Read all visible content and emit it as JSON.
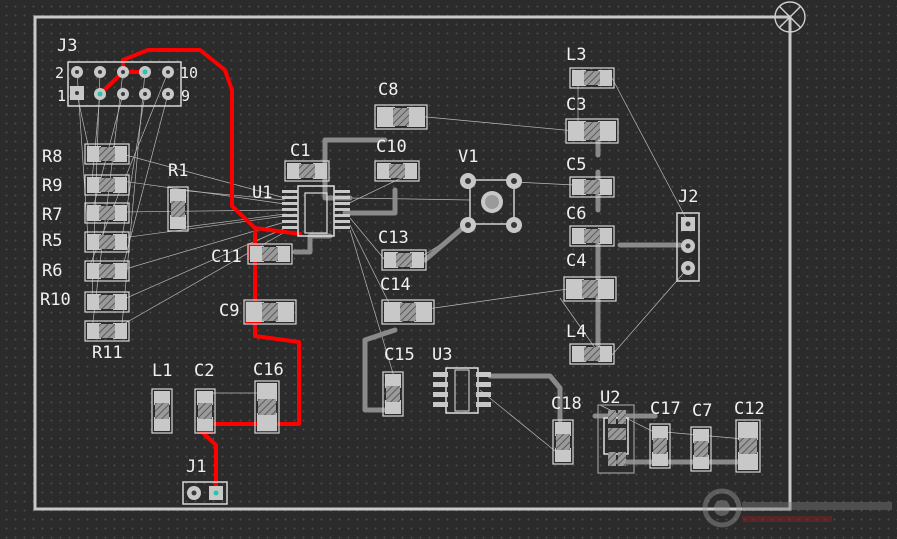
{
  "labels": {
    "J3": "J3",
    "J3_pin2": "2",
    "J3_pin10": "10",
    "J3_pin1": "1",
    "J3_pin9": "9",
    "R8": "R8",
    "R9": "R9",
    "R7": "R7",
    "R5": "R5",
    "R6": "R6",
    "R10": "R10",
    "R11": "R11",
    "R1": "R1",
    "U1": "U1",
    "C1": "C1",
    "C8": "C8",
    "C10": "C10",
    "V1": "V1",
    "C11": "C11",
    "C9": "C9",
    "C13": "C13",
    "C14": "C14",
    "C15": "C15",
    "U3": "U3",
    "C16": "C16",
    "L1": "L1",
    "C2": "C2",
    "J1": "J1",
    "L3": "L3",
    "C3": "C3",
    "C5": "C5",
    "C6": "C6",
    "J2": "J2",
    "C4": "C4",
    "L4": "L4",
    "C18": "C18",
    "U2": "U2",
    "C17": "C17",
    "C7": "C7",
    "C12": "C12"
  },
  "colors": {
    "background": "#2b2b2b",
    "grid_dot": "#4a4a4a",
    "board_outline": "#c8c8c8",
    "pad": "#c8c8c8",
    "trace_top": "#ff0000",
    "trace_bottom": "#8a8a8a",
    "ratsnest": "#b8b8b8",
    "silkscreen_text": "#f0f0f0",
    "via_center": "#27c6a8"
  }
}
